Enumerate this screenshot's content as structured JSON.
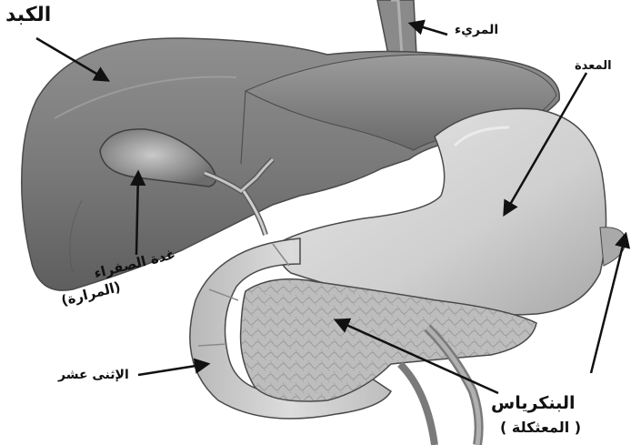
{
  "labels": {
    "liver": "الكبد",
    "esophagus": "المريء",
    "stomach": "المعدة",
    "gallbladder_line1": "غدة الصفراء",
    "gallbladder_line2": "(المرارة)",
    "duodenum": "الإثنى عشر",
    "pancreas_line1": "البنكرياس",
    "pancreas_line2": "( المعثكلة )"
  },
  "colors": {
    "background": "#ffffff",
    "organ_light": "#d4d4d4",
    "organ_mid": "#a9a9a9",
    "organ_dark": "#6f6f6f",
    "outline": "#4a4a4a",
    "label_text": "#111111",
    "arrow": "#111111"
  }
}
